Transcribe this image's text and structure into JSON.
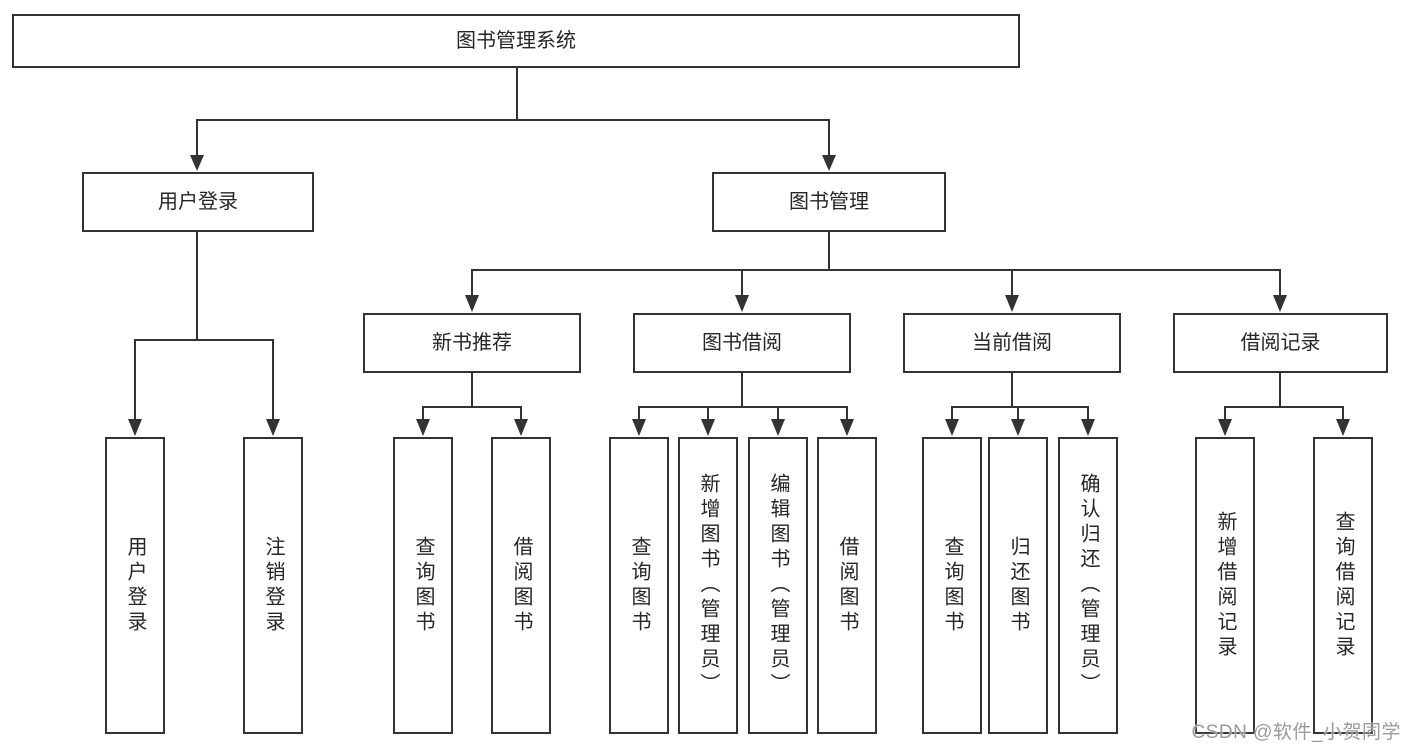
{
  "diagram": {
    "type": "hierarchy-tree",
    "nodes": {
      "root": {
        "label": "图书管理系统",
        "children": [
          "user_login",
          "book_mgmt"
        ]
      },
      "user_login": {
        "label": "用户登录",
        "children": [
          "user_login_leaf",
          "logout_leaf"
        ]
      },
      "book_mgmt": {
        "label": "图书管理",
        "children": [
          "new_book_rec",
          "book_borrow",
          "current_borrow",
          "borrow_record"
        ]
      },
      "new_book_rec": {
        "label": "新书推荐",
        "children": [
          "rec_query_book",
          "rec_borrow_book"
        ]
      },
      "book_borrow": {
        "label": "图书借阅",
        "children": [
          "borrow_query_book",
          "borrow_add_book",
          "borrow_edit_book",
          "borrow_borrow_book"
        ]
      },
      "current_borrow": {
        "label": "当前借阅",
        "children": [
          "cur_query_book",
          "cur_return_book",
          "cur_confirm_return"
        ]
      },
      "borrow_record": {
        "label": "借阅记录",
        "children": [
          "record_add",
          "record_query"
        ]
      },
      "user_login_leaf": {
        "label": "用户登录",
        "children": []
      },
      "logout_leaf": {
        "label": "注销登录",
        "children": []
      },
      "rec_query_book": {
        "label": "查询图书",
        "children": []
      },
      "rec_borrow_book": {
        "label": "借阅图书",
        "children": []
      },
      "borrow_query_book": {
        "label": "查询图书",
        "children": []
      },
      "borrow_add_book": {
        "label": "新增图书（管理员）",
        "children": []
      },
      "borrow_edit_book": {
        "label": "编辑图书（管理员）",
        "children": []
      },
      "borrow_borrow_book": {
        "label": "借阅图书",
        "children": []
      },
      "cur_query_book": {
        "label": "查询图书",
        "children": []
      },
      "cur_return_book": {
        "label": "归还图书",
        "children": []
      },
      "cur_confirm_return": {
        "label": "确认归还（管理员）",
        "children": []
      },
      "record_add": {
        "label": "新增借阅记录",
        "children": []
      },
      "record_query": {
        "label": "查询借阅记录",
        "children": []
      }
    }
  },
  "watermark": {
    "text": "CSDN @软件_小贺同学",
    "color": "#9b9b9b"
  },
  "colors": {
    "line": "#333333",
    "box_border": "#333333",
    "text": "#262626",
    "background": "#ffffff"
  }
}
